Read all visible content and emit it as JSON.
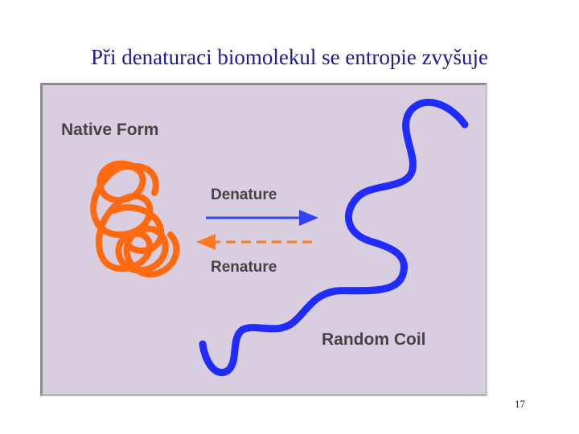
{
  "slide": {
    "title": "Při denaturaci biomolekul se entropie zvyšuje",
    "page_number": "17"
  },
  "diagram": {
    "native_label": "Native Form",
    "denature_label": "Denature",
    "renature_label": "Renature",
    "random_coil_label": "Random Coil",
    "colors": {
      "background": "#d9cedf",
      "native_coil": "#ff6a10",
      "random_coil": "#1f2bff",
      "denature_arrow": "#3344ee",
      "renature_arrow": "#ff7a20",
      "label_text": "#444444"
    }
  }
}
